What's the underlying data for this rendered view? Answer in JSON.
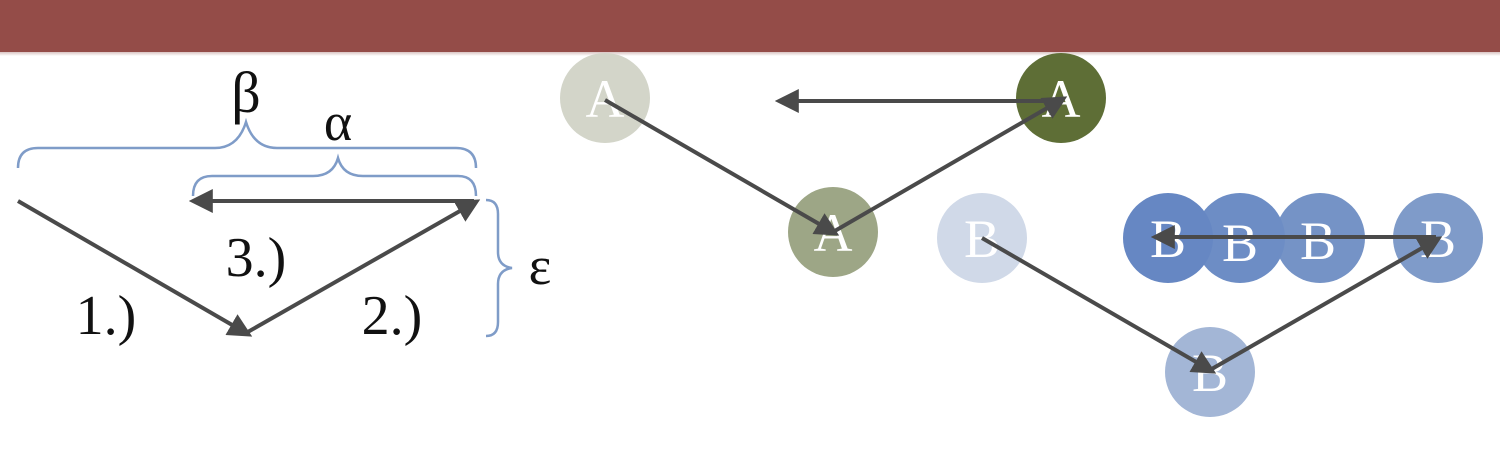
{
  "header": {
    "bar_color": "#944c48"
  },
  "labels": {
    "beta": "β",
    "alpha": "α",
    "epsilon": "ε",
    "step1": "1.)",
    "step2": "2.)",
    "step3": "3.)"
  },
  "nodes": {
    "a1": "A",
    "a2": "A",
    "a3": "A",
    "b1": "B",
    "b2": "B",
    "b3": "B",
    "b4": "B",
    "b5": "B",
    "b6": "B"
  },
  "colors": {
    "arrow": "#4a4a4a",
    "brace": "#7f9cc8",
    "green_dark": "#5e6e36",
    "green_mid": "#9da686",
    "green_light": "#d3d5c9",
    "blue_dark": "#6687c3",
    "blue_mid": "#7593c6",
    "blue_light": "#d0d9e8",
    "blue_soft": "#a3b6d6"
  }
}
